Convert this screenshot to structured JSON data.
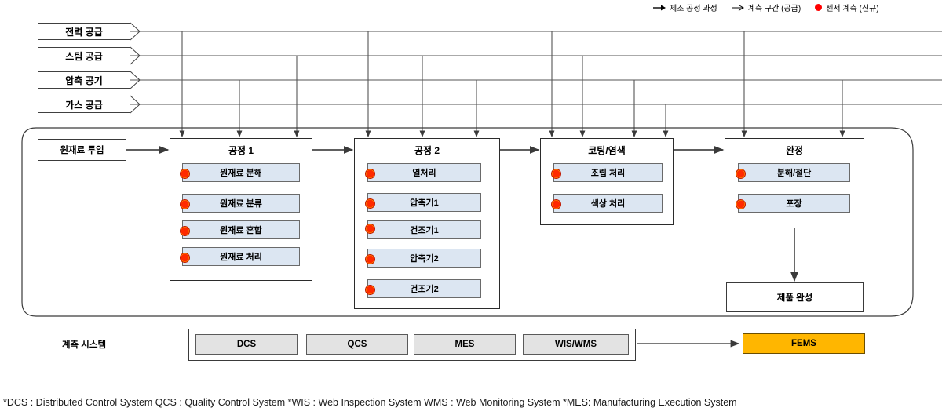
{
  "legend": {
    "items": [
      {
        "icon": "solid-arrow-icon",
        "label": "제조 공정 과정"
      },
      {
        "icon": "line-arrow-icon",
        "label": "계측 구간 (공급)"
      },
      {
        "icon": "red-dot-icon",
        "label": "센서 계측 (신규)"
      }
    ]
  },
  "supplies": [
    {
      "label": "전력 공급"
    },
    {
      "label": "스팀 공급"
    },
    {
      "label": "압축 공기"
    },
    {
      "label": "가스 공급"
    }
  ],
  "input_box": {
    "label": "원재료 투입"
  },
  "processes": [
    {
      "title": "공정 1",
      "steps": [
        {
          "label": "원재료 분해",
          "sensor": true
        },
        {
          "label": "원재료 분류",
          "sensor": true
        },
        {
          "label": "원재료 혼합",
          "sensor": true
        },
        {
          "label": "원재료 처리",
          "sensor": true
        }
      ]
    },
    {
      "title": "공정 2",
      "steps": [
        {
          "label": "열처리",
          "sensor": true
        },
        {
          "label": "압축기1",
          "sensor": true
        },
        {
          "label": "건조기1",
          "sensor": true
        },
        {
          "label": "압축기2",
          "sensor": true
        },
        {
          "label": "건조기2",
          "sensor": true
        }
      ]
    },
    {
      "title": "코팅/염색",
      "steps": [
        {
          "label": "조립 처리",
          "sensor": true
        },
        {
          "label": "색상 처리",
          "sensor": true
        }
      ]
    },
    {
      "title": "완정",
      "steps": [
        {
          "label": "분해/절단",
          "sensor": true
        },
        {
          "label": "포장",
          "sensor": true
        }
      ]
    }
  ],
  "product_box": {
    "label": "제품 완성"
  },
  "measurement": {
    "label": "계측 시스템",
    "systems": [
      "DCS",
      "QCS",
      "MES",
      "WIS/WMS"
    ],
    "target": "FEMS",
    "target_color": "#ffb600"
  },
  "footnote": "*DCS : Distributed Control System  QCS : Quality Control System  *WIS : Web Inspection System  WMS : Web Monitoring System  *MES: Manufacturing Execution System"
}
